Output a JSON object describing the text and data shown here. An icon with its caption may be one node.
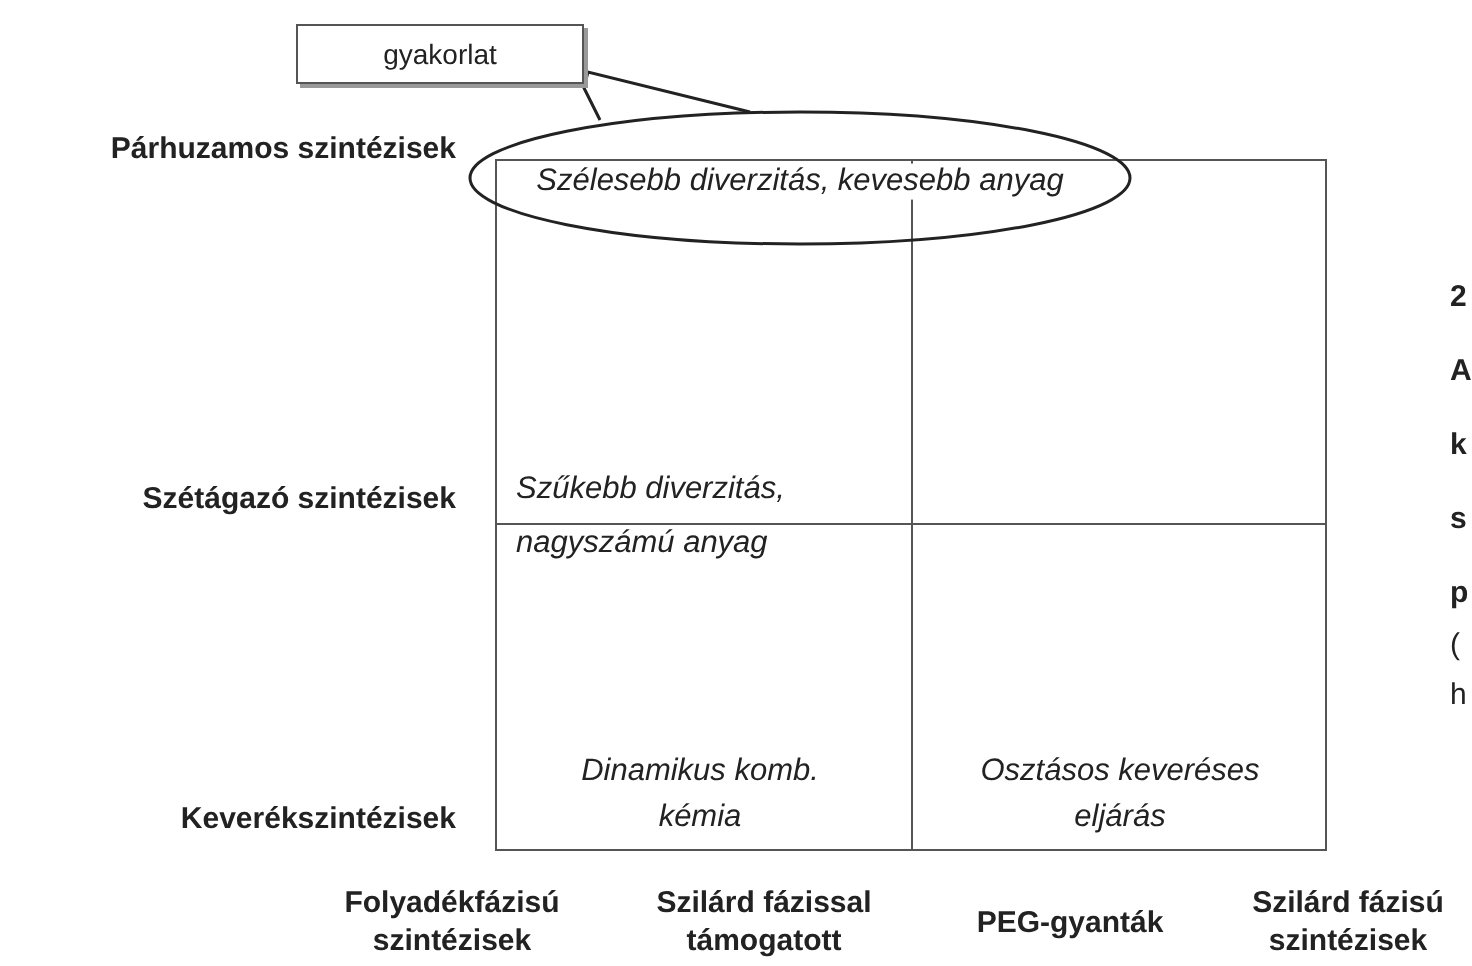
{
  "diagram": {
    "nodes": [
      {
        "text": [
          "gyakorlat"
        ]
      },
      {
        "text": [
          "Szélesebb diverzitás, kevesebb anyag"
        ]
      }
    ],
    "edges": [
      {
        "from": 1,
        "to": 0,
        "arrow": "none"
      }
    ],
    "labels": [
      "Párhuzamos szintézisek",
      "Szétágazó szintézisek",
      "Szűkebb diverzitás, nagyszámú anyag",
      "Keverékszintézisek",
      "Dinamikus komb. kémia",
      "Osztásos keveréses eljárás",
      "Folyadékfázisú szintézisek",
      "Szilárd fázissal támogatott",
      "PEG-gyanták",
      "Szilárd fázisú szintézisek",
      "2",
      "A",
      "k",
      "s",
      "p",
      "(",
      "h"
    ]
  }
}
